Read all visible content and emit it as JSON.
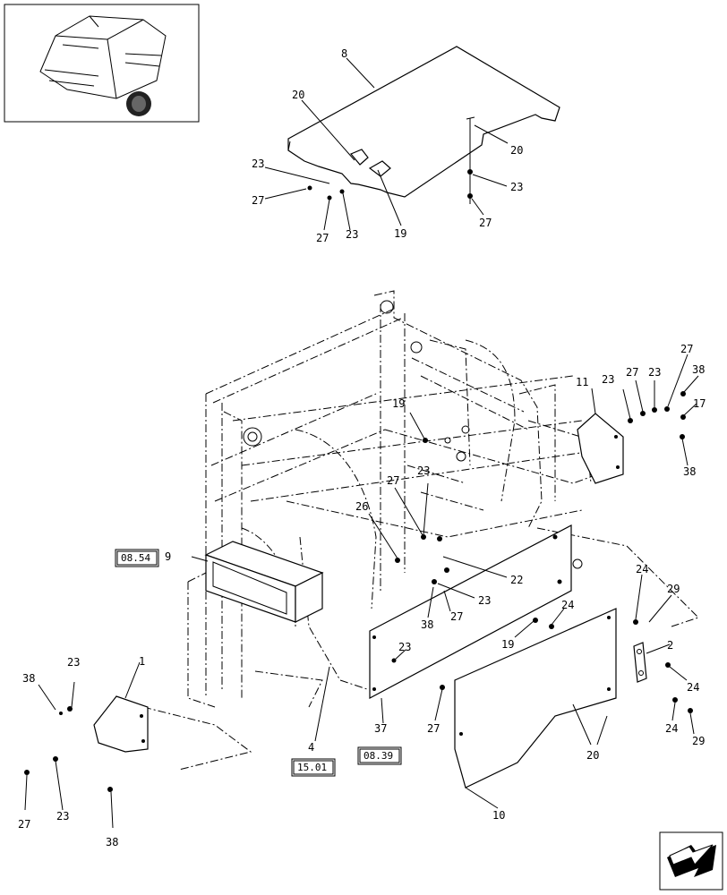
{
  "callouts": {
    "c8": "8",
    "c20a": "20",
    "c20b": "20",
    "c23a": "23",
    "c27a": "27",
    "c27b": "27",
    "c23b": "23",
    "c19a": "19",
    "c23c": "23",
    "c27c": "27",
    "c11": "11",
    "c23d": "23",
    "c27d": "27",
    "c23e": "23",
    "c27e": "27",
    "c38a": "38",
    "c17": "17",
    "c38b": "38",
    "c19b": "19",
    "c27f": "27",
    "c23f": "23",
    "c26": "26",
    "c9": "9",
    "c22": "22",
    "c23g": "23",
    "c38c": "38",
    "c27g": "27",
    "c24a": "24",
    "c29a": "29",
    "c24b": "24",
    "c2": "2",
    "c19c": "19",
    "c23h": "23",
    "c24c": "24",
    "c24d": "24",
    "c29b": "29",
    "c27h": "27",
    "c1": "1",
    "c38d": "38",
    "c23i": "23",
    "c4": "4",
    "c37": "37",
    "c20c": "20",
    "c10": "10",
    "c27i": "27",
    "c23j": "23",
    "c38e": "38"
  },
  "refs": {
    "r0854": "08.54",
    "r1501": "15.01",
    "r0839": "08.39"
  },
  "icons": {
    "thumbnail": "round-baler-thumbnail-icon",
    "nav": "next-page-arrow-icon"
  }
}
